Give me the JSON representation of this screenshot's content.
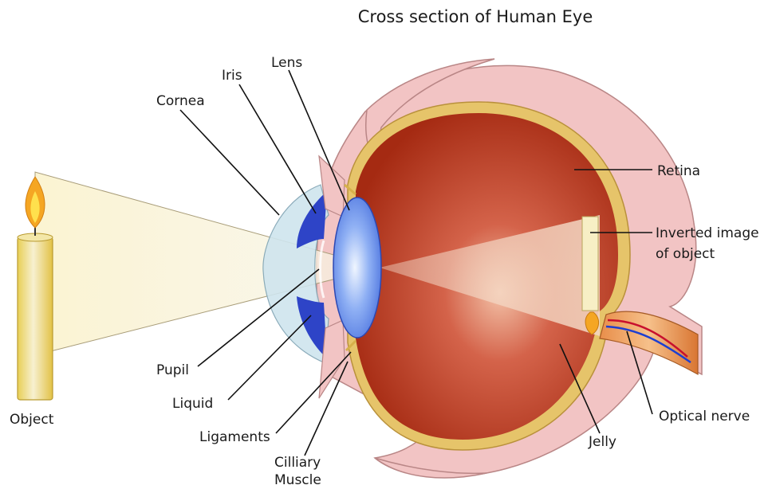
{
  "title": "Cross section of Human Eye",
  "labels": {
    "lens": "Lens",
    "iris": "Iris",
    "cornea": "Cornea",
    "retina": "Retina",
    "inverted_image_1": "Inverted image",
    "inverted_image_2": "of object",
    "object": "Object",
    "pupil": "Pupil",
    "liquid": "Liquid",
    "ligaments": "Ligaments",
    "ciliary_1": "Cilliary",
    "ciliary_2": "Muscle",
    "optical_nerve": "Optical nerve",
    "jelly": "Jelly"
  },
  "colors": {
    "sclera": "#f2c4c4",
    "sclera_edge": "#b98686",
    "retina_layer": "#e6c46a",
    "eyeball_interior": "#b8391d",
    "lens_blue": "#6f97ea",
    "cornea_blue": "#cfe5ee",
    "candle_body": "#f4e28a",
    "flame": "#f5a623",
    "light_cone": "#fbf5d8"
  }
}
